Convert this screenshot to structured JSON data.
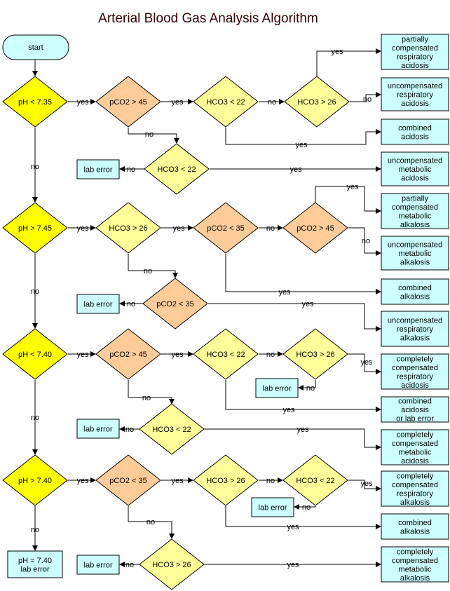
{
  "title": "Arterial Blood Gas Analysis Algorithm",
  "colors": {
    "yellow": "#ffff00",
    "lightyellow": "#ffff99",
    "peach": "#ffcc99",
    "cyan": "#ccffff",
    "start_fill": "#ccffff",
    "stroke": "#000000"
  },
  "nodes": {
    "start": "start",
    "ph735": "pH < 7.35",
    "r1_pco2_45": "pCO2 > 45",
    "r1_hco3_22": "HCO3 < 22",
    "r1_hco3_26": "HCO3 > 26",
    "r1b_hco3_22": "HCO3 < 22",
    "r1b_lab": "lab error",
    "ph745": "pH > 7.45",
    "r2_hco3_26": "HCO3 > 26",
    "r2_pco2_35": "pCO2 < 35",
    "r2_pco2_45": "pCO2 > 45",
    "r2b_pco2_35": "pCO2 < 35",
    "r2b_lab": "lab error",
    "ph740a": "pH < 7.40",
    "r3_pco2_45": "pCO2 > 45",
    "r3_hco3_22": "HCO3 < 22",
    "r3_hco3_26": "HCO3 > 26",
    "r3_lab": "lab error",
    "r3b_hco3_22": "HCO3 < 22",
    "r3b_lab": "lab error",
    "ph740b": "pH > 7.40",
    "r4_pco2_35": "pCO2 < 35",
    "r4_hco3_26": "HCO3 > 26",
    "r4_hco3_22": "HCO3 < 22",
    "r4_lab": "lab error",
    "r4b_hco3_26": "HCO3 > 26",
    "r4b_lab": "lab error",
    "ph_eq": [
      "pH = 7.40",
      "lab error"
    ]
  },
  "outcomes": [
    [
      "partially",
      "compensated",
      "respiratory",
      "acidosis"
    ],
    [
      "uncompensated",
      "respiratory",
      "acidosis"
    ],
    [
      "combined",
      "acidosis"
    ],
    [
      "uncompensated",
      "metabolic",
      "acidosis"
    ],
    [
      "partially",
      "compensated",
      "metabolic",
      "alkalosis"
    ],
    [
      "uncompensated",
      "metabolic",
      "alkalosis"
    ],
    [
      "combined",
      "alkalosis"
    ],
    [
      "uncompensated",
      "respiratory",
      "alkalosis"
    ],
    [
      "completely",
      "compensated",
      "respiratory",
      "acidosis"
    ],
    [
      "combined",
      "acidosis",
      "or lab error"
    ],
    [
      "completely",
      "compensated",
      "metabolic",
      "acidosis"
    ],
    [
      "completely",
      "compensated",
      "respiratory",
      "alkalosis"
    ],
    [
      "combined",
      "alkalosis"
    ],
    [
      "completely",
      "compensated",
      "metabolic",
      "alkalosis"
    ]
  ],
  "edge_labels": {
    "yes": "yes",
    "no": "no"
  }
}
